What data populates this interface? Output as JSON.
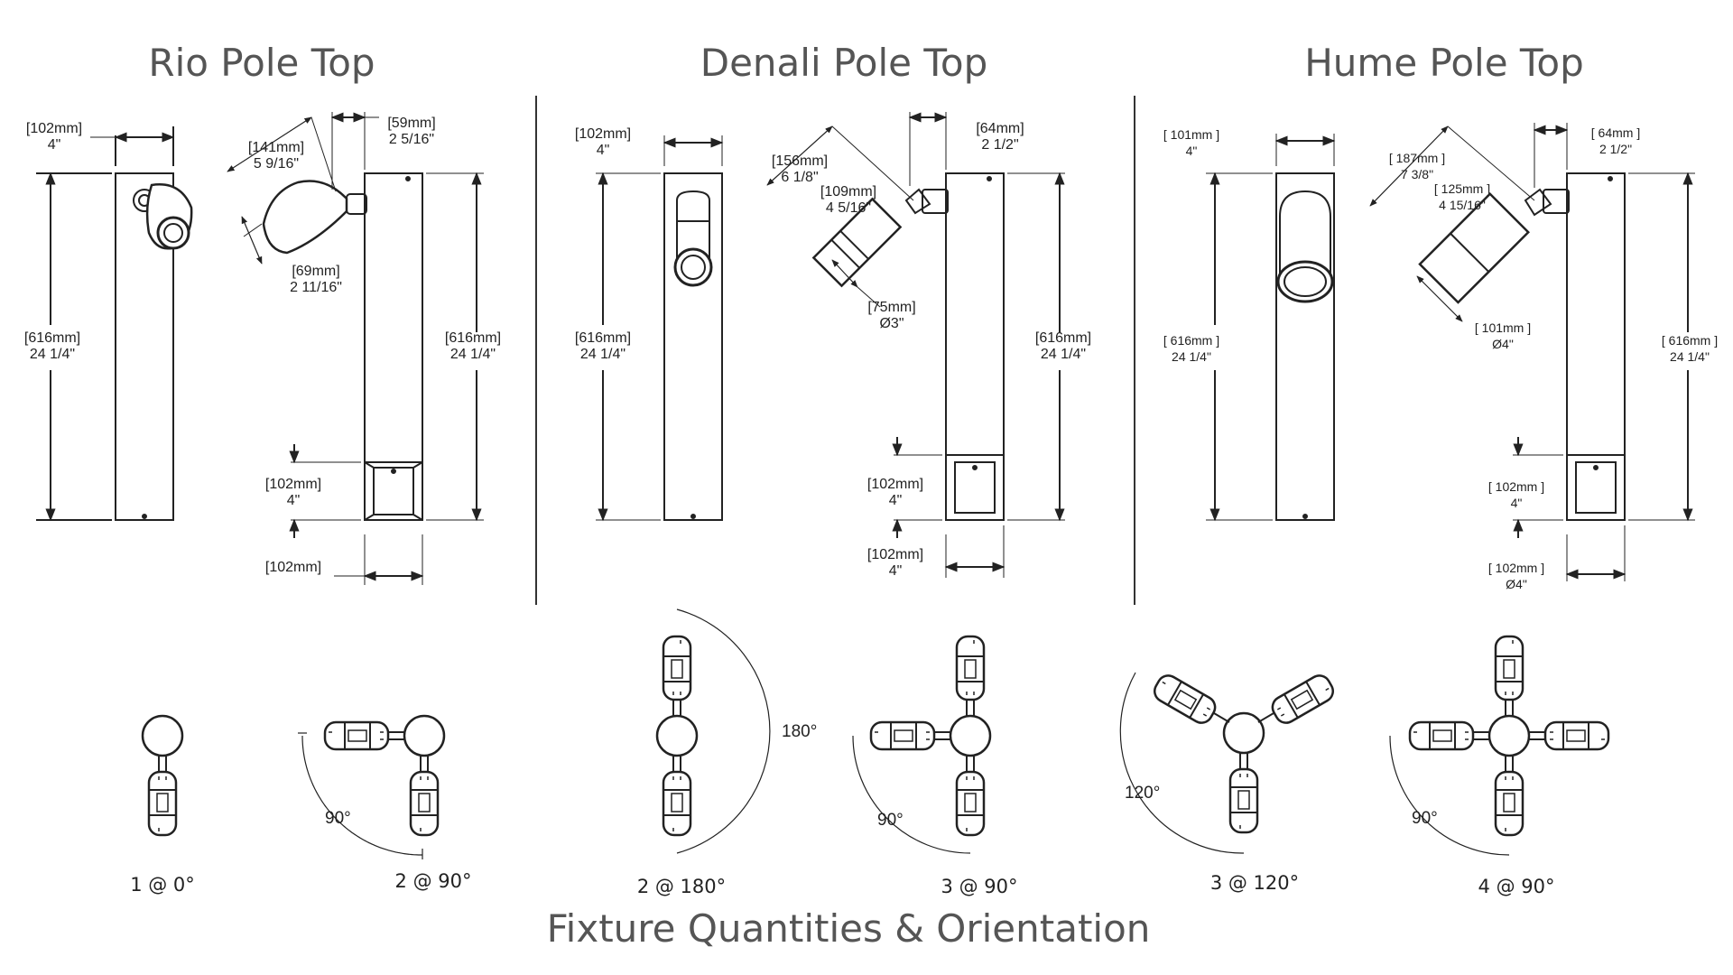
{
  "titles": {
    "rio": "Rio Pole Top",
    "denali": "Denali Pole Top",
    "hume": "Hume Pole Top",
    "footer": "Fixture Quantities & Orientation"
  },
  "rio": {
    "width": {
      "mm": "[102mm]",
      "in": "4\""
    },
    "height_left": {
      "mm": "[616mm]",
      "in": "24 1/4\""
    },
    "head_length": {
      "mm": "[141mm]",
      "in": "5 9/16\""
    },
    "offset": {
      "mm": "[59mm]",
      "in": "2 5/16\""
    },
    "head_dia": {
      "mm": "[69mm]",
      "in": "2 11/16\""
    },
    "height_right": {
      "mm": "[616mm]",
      "in": "24 1/4\""
    },
    "base_height": {
      "mm": "[102mm]",
      "in": "4\""
    },
    "base_width": {
      "mm": "[102mm]",
      "in": ""
    }
  },
  "denali": {
    "width": {
      "mm": "[102mm]",
      "in": "4\""
    },
    "height_left": {
      "mm": "[616mm]",
      "in": "24 1/4\""
    },
    "head_length": {
      "mm": "[156mm]",
      "in": "6 1/8\""
    },
    "head_body": {
      "mm": "[109mm]",
      "in": "4 5/16\""
    },
    "offset": {
      "mm": "[64mm]",
      "in": "2 1/2\""
    },
    "head_dia": {
      "mm": "[75mm]",
      "in": "Ø3\""
    },
    "height_right": {
      "mm": "[616mm]",
      "in": "24 1/4\""
    },
    "base_height": {
      "mm": "[102mm]",
      "in": "4\""
    },
    "base_width": {
      "mm": "[102mm]",
      "in": "4\""
    }
  },
  "hume": {
    "width": {
      "mm": "[ 101mm ]",
      "in": "4\""
    },
    "height_left": {
      "mm": "[ 616mm ]",
      "in": "24 1/4\""
    },
    "head_length": {
      "mm": "[ 187mm ]",
      "in": "7 3/8\""
    },
    "head_body": {
      "mm": "[ 125mm ]",
      "in": "4 15/16\""
    },
    "offset": {
      "mm": "[ 64mm ]",
      "in": "2 1/2\""
    },
    "head_dia": {
      "mm": "[ 101mm ]",
      "in": "Ø4\""
    },
    "height_right": {
      "mm": "[ 616mm ]",
      "in": "24 1/4\""
    },
    "base_height": {
      "mm": "[ 102mm ]",
      "in": "4\""
    },
    "base_width": {
      "mm": "[ 102mm ]",
      "in": "Ø4\""
    }
  },
  "orientations": {
    "o1": {
      "caption": "1 @ 0°"
    },
    "o2": {
      "caption": "2 @ 90°",
      "angle": "90°"
    },
    "o3": {
      "caption": "2 @ 180°",
      "angle": "180°"
    },
    "o4": {
      "caption": "3 @ 90°",
      "angle": "90°"
    },
    "o5": {
      "caption": "3 @ 120°",
      "angle": "120°"
    },
    "o6": {
      "caption": "4 @ 90°",
      "angle": "90°"
    }
  }
}
